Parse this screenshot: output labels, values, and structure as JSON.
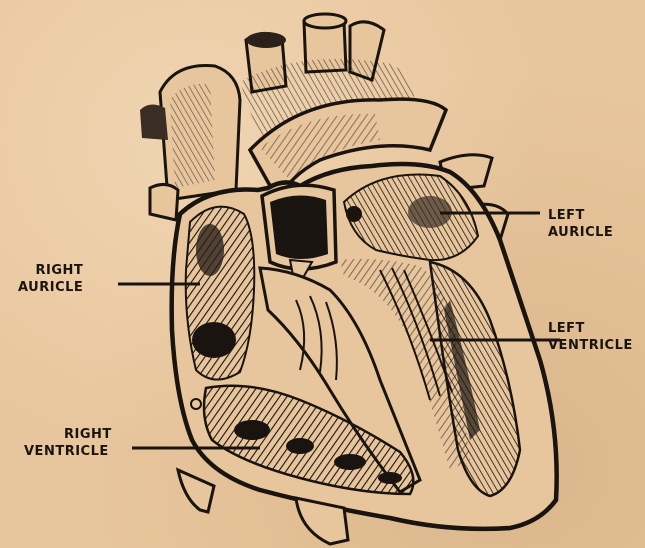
{
  "labels": {
    "left_auricle": {
      "line1": "LEFT",
      "line2": "AURICLE"
    },
    "left_ventricle": {
      "line1": "LEFT",
      "line2": "VENTRICLE"
    },
    "right_auricle": {
      "line1": "RIGHT",
      "line2": "AURICLE"
    },
    "right_ventricle": {
      "line1": "RIGHT",
      "line2": "VENTRICLE"
    }
  },
  "colors": {
    "paper": "#e8c69d",
    "ink": "#1a1410",
    "shade": "#3a2e24"
  }
}
